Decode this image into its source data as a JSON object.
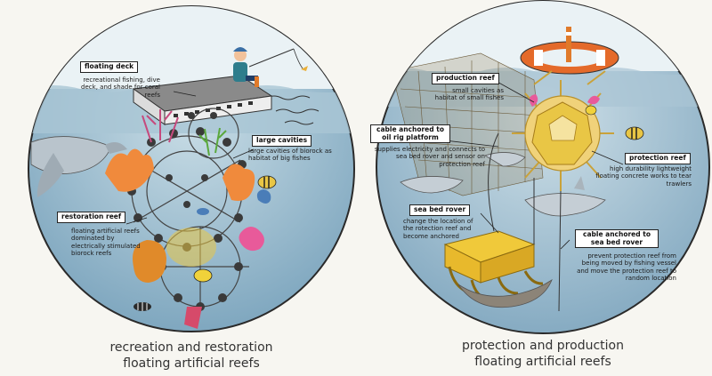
{
  "left_panel": {
    "caption": "recreation and restoration\nfloating artificial reefs",
    "floating_deck": {
      "label": "floating deck",
      "desc": "recreational fishing, dive deck, and shade for coral reefs"
    },
    "large_cavities": {
      "label": "large cavities",
      "desc": "large cavities of biorock as habitat of big fishes"
    },
    "restoration_reef": {
      "label": "restoration reef",
      "desc": "floating artificial reefs dominated by electrically stimulated biorock reefs"
    }
  },
  "right_panel": {
    "caption": "protection and production\nfloating artificial reefs",
    "production_reef": {
      "label": "production reef",
      "desc": "small cavities as habitat of small fishes"
    },
    "cable_oil_rig": {
      "label": "cable anchored to oil rig platform",
      "desc": "supplies electricity and connects to sea bed rover and sensor on protection reef"
    },
    "protection_reef": {
      "label": "protection reef",
      "desc": "high durability lightweight floating concrete works to tear trawlers"
    },
    "sea_bed_rover": {
      "label": "sea bed rover",
      "desc": "change the location of the rotection reef and become anchored"
    },
    "cable_sea_bed_rover": {
      "label": "cable anchored to sea bed rover",
      "desc": "prevent protection reef from being moved by fishing vessel and move the protection reef to random location"
    }
  },
  "colors": {
    "water_top": "#d8e6ec",
    "water_bottom": "#7fa7bf",
    "reef_node": "#3a3a3a",
    "coral_orange": "#f08a3c",
    "coral_pink": "#e85a9a",
    "coral_yellow": "#e9c645"
  }
}
